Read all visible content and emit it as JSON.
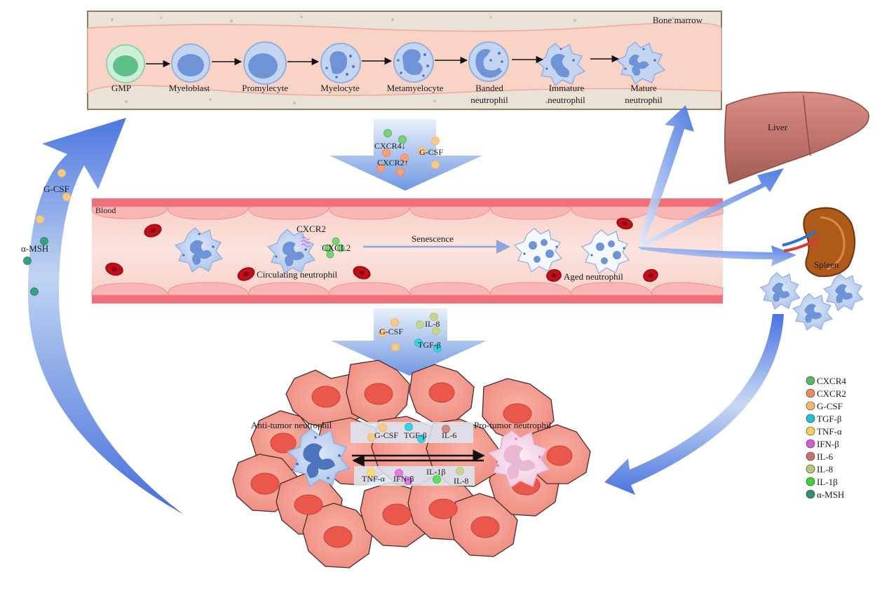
{
  "bone_marrow": {
    "title": "Bone marrow",
    "stages": [
      {
        "label": "GMP"
      },
      {
        "label": "Myeloblast"
      },
      {
        "label": "Promylecyte"
      },
      {
        "label": "Myelocyte"
      },
      {
        "label": "Metamyelocyte"
      },
      {
        "label": "Banded",
        "label2": "neutrophil"
      },
      {
        "label": "Immature",
        "label2": "neutrophil"
      },
      {
        "label": "Mature",
        "label2": "neutrophil"
      }
    ]
  },
  "release_arrow": {
    "cxcr4": "CXCR4↓",
    "cxcr2": "CXCR2↑",
    "gcsf": "G-CSF"
  },
  "blood": {
    "title": "Blood",
    "cxcr2": "CXCR2",
    "cxcl2": "CXCL2",
    "senescence": "Senescence",
    "circulating": "Circulating neutrophil",
    "aged": "Aged neutrophil"
  },
  "organs": {
    "liver": "Liver",
    "spleen": "Spleen"
  },
  "left_arc": {
    "gcsf": "G-CSF",
    "amsh": "α-MSH"
  },
  "infiltration_arrow": {
    "gcsf": "G-CSF",
    "il8": "IL-8",
    "tgfb": "TGF-β"
  },
  "tumor": {
    "anti": "Anti-tumor neutrophil",
    "pro": "Pro-tumor neutrophil",
    "top": {
      "gcsf": "G-CSF",
      "tgfb": "TGF-β",
      "il6": "IL-6"
    },
    "bottom": {
      "tnfa": "TNF-α",
      "ifnb": "IFN-β",
      "il1b": "IL-1β",
      "il8": "IL-8"
    }
  },
  "legend": [
    {
      "label": "CXCR4",
      "color": "#5cb85c"
    },
    {
      "label": "CXCR2",
      "color": "#f08a5d"
    },
    {
      "label": "G-CSF",
      "color": "#f5b86a"
    },
    {
      "label": "TGF-β",
      "color": "#22c1d6"
    },
    {
      "label": "TNF-α",
      "color": "#f7d154"
    },
    {
      "label": "IFN-β",
      "color": "#d65cd6"
    },
    {
      "label": "IL-6",
      "color": "#c8706a"
    },
    {
      "label": "IL-8",
      "color": "#b9c77a"
    },
    {
      "label": "IL-1β",
      "color": "#3fd23f"
    },
    {
      "label": "α-MSH",
      "color": "#2f8f77"
    }
  ]
}
